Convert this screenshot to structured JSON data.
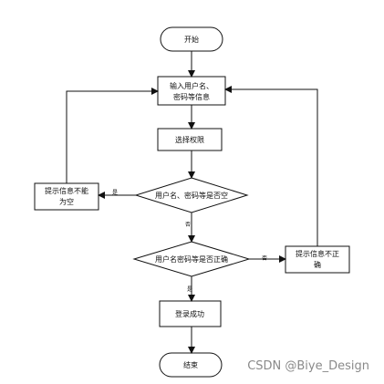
{
  "nodes": {
    "start": "开始",
    "input_line1": "输入用户名、",
    "input_line2": "密码等信息",
    "select_permission": "选择权限",
    "check_empty": "用户名、密码等是否空",
    "empty_msg_line1": "提示信息不能",
    "empty_msg_line2": "为空",
    "check_correct": "用户名密码等是否正确",
    "wrong_msg_line1": "提示信息不正",
    "wrong_msg_line2": "确",
    "login_success": "登录成功",
    "end": "结束"
  },
  "edge_labels": {
    "empty_yes": "是",
    "empty_no": "否",
    "correct_no": "否",
    "correct_yes": "是"
  },
  "watermark": "CSDN @Biye_Design"
}
